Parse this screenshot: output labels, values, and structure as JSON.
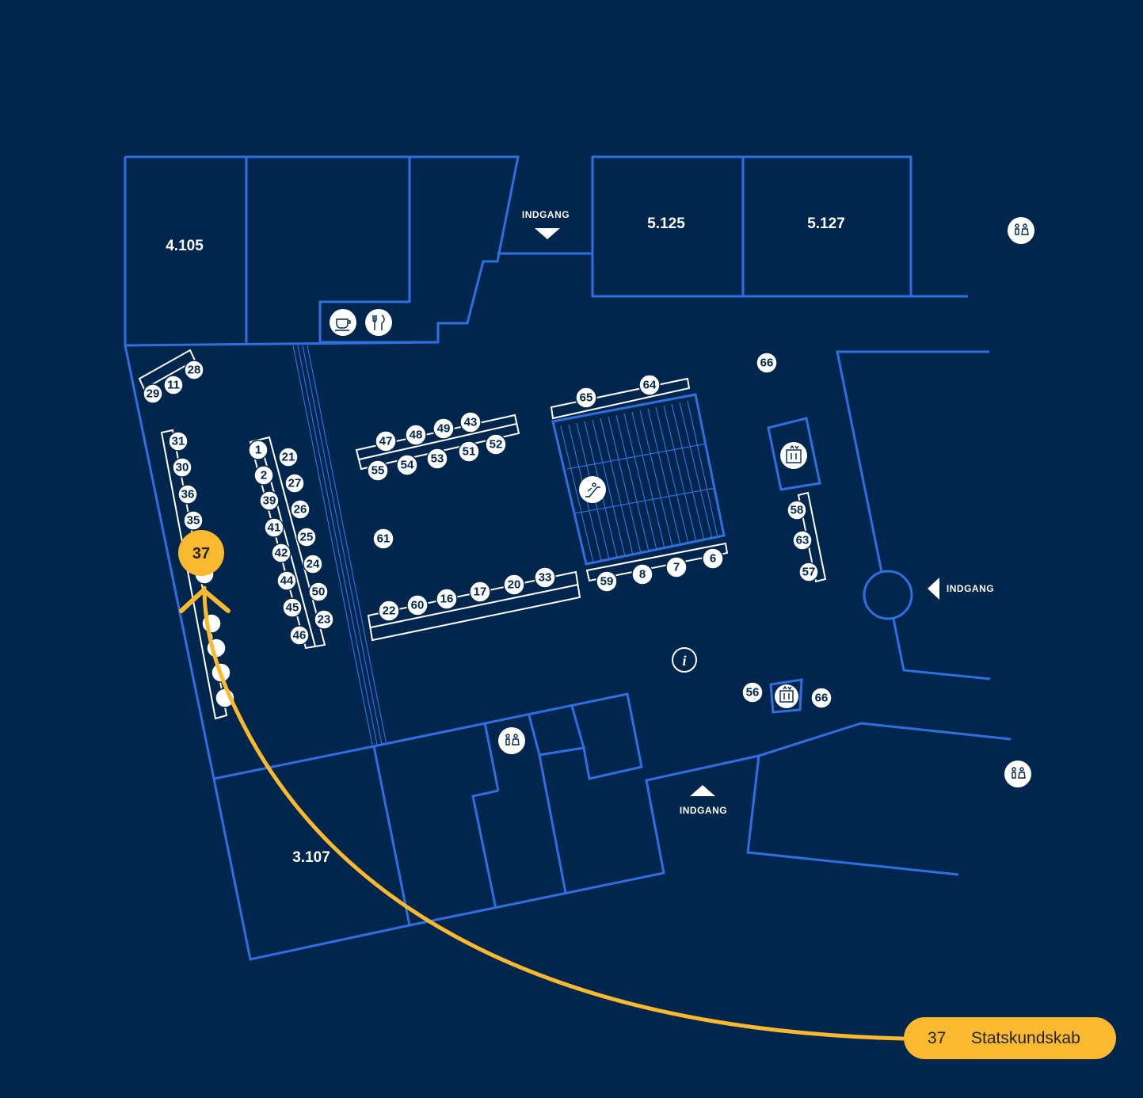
{
  "colors": {
    "background": "#00264d",
    "walls": "#2f6fe0",
    "highlight": "#fbb92f",
    "marker": "#ffffff"
  },
  "rooms": {
    "r4105": "4.105",
    "r5125": "5.125",
    "r5127": "5.127",
    "r3107": "3.107"
  },
  "entrance_label": "INDGANG",
  "markers": [
    "1",
    "2",
    "6",
    "7",
    "8",
    "11",
    "16",
    "17",
    "20",
    "21",
    "22",
    "23",
    "24",
    "25",
    "26",
    "27",
    "28",
    "29",
    "30",
    "31",
    "33",
    "35",
    "36",
    "39",
    "41",
    "42",
    "43",
    "44",
    "45",
    "46",
    "47",
    "48",
    "49",
    "50",
    "51",
    "52",
    "53",
    "54",
    "55",
    "57",
    "58",
    "59",
    "60",
    "61",
    "63",
    "64",
    "65",
    "66",
    "56"
  ],
  "highlight": {
    "number": "37",
    "label": "Statskundskab"
  },
  "icons": [
    "coffee-icon",
    "restaurant-icon",
    "restroom-icon",
    "elevator-icon",
    "escalator-icon",
    "info-icon"
  ]
}
